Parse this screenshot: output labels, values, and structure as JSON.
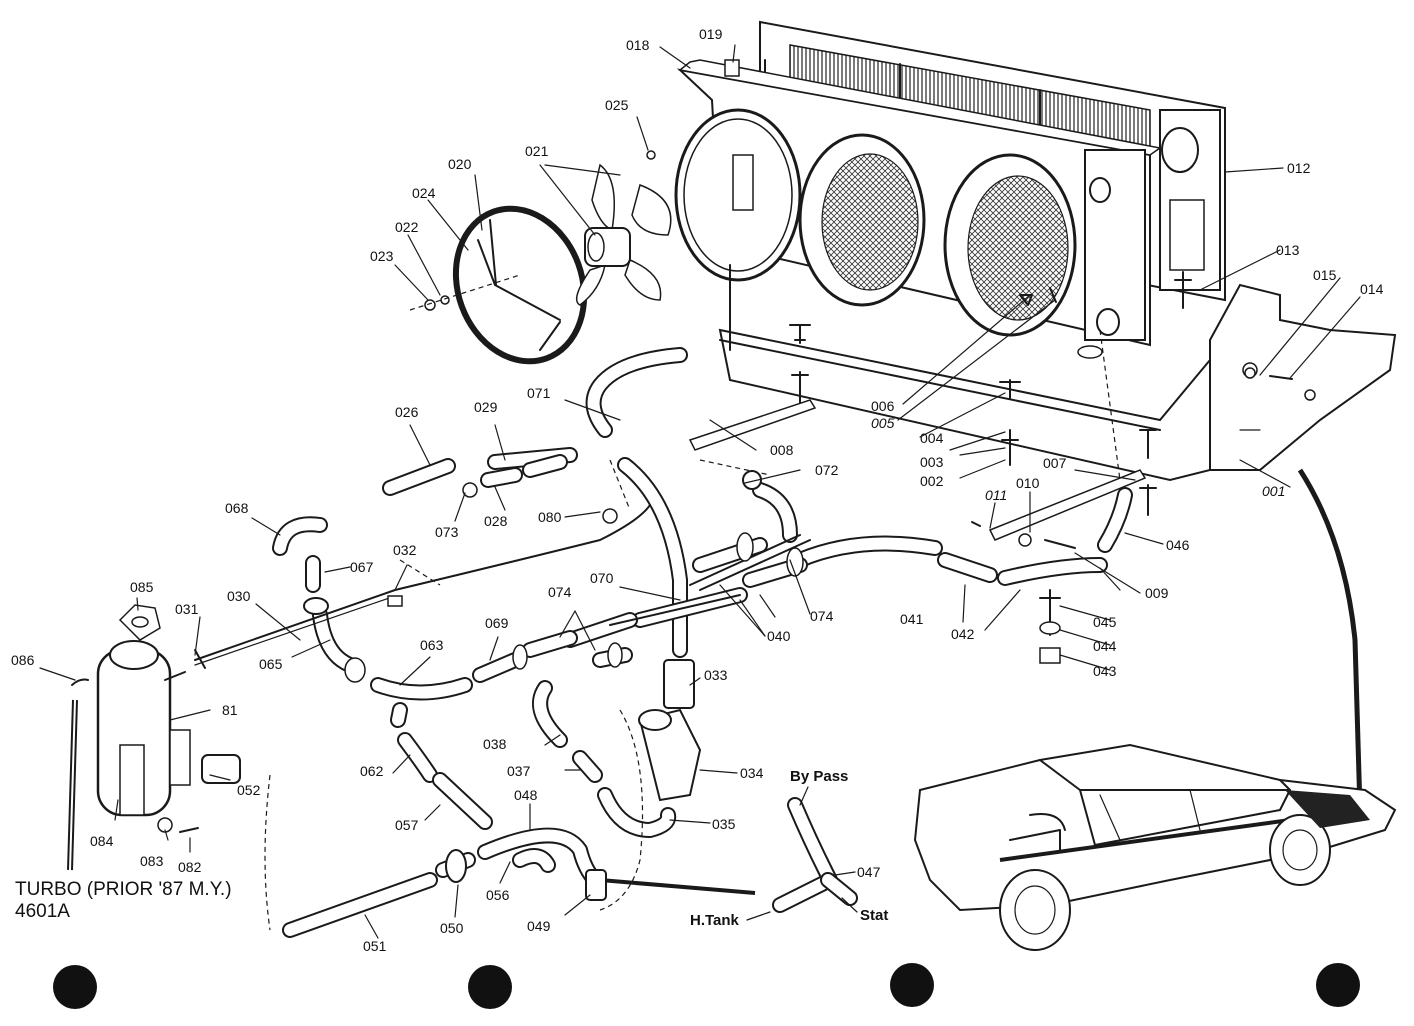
{
  "caption": {
    "line1": "TURBO (PRIOR '87 M.Y.)",
    "line2": "4601A"
  },
  "annotations": {
    "bypass": "By Pass",
    "htank": "H.Tank",
    "stat": "Stat"
  },
  "labels": {
    "p001": "001",
    "p002": "002",
    "p003": "003",
    "p004": "004",
    "p005": "005",
    "p006": "006",
    "p007": "007",
    "p008": "008",
    "p009": "009",
    "p010": "010",
    "p011": "011",
    "p012": "012",
    "p013": "013",
    "p014": "014",
    "p015": "015",
    "p018": "018",
    "p019": "019",
    "p020": "020",
    "p021": "021",
    "p022": "022",
    "p023": "023",
    "p024": "024",
    "p025": "025",
    "p026": "026",
    "p028": "028",
    "p029": "029",
    "p030": "030",
    "p031": "031",
    "p032": "032",
    "p033": "033",
    "p034": "034",
    "p035": "035",
    "p037": "037",
    "p038": "038",
    "p040": "040",
    "p041": "041",
    "p042": "042",
    "p043": "043",
    "p044": "044",
    "p045": "045",
    "p046": "046",
    "p047": "047",
    "p048": "048",
    "p049": "049",
    "p050": "050",
    "p051": "051",
    "p052": "052",
    "p056": "056",
    "p057": "057",
    "p062": "062",
    "p063": "063",
    "p065": "065",
    "p067": "067",
    "p068": "068",
    "p069": "069",
    "p070": "070",
    "p071": "071",
    "p072": "072",
    "p073": "073",
    "p074a": "074",
    "p074b": "074",
    "p080": "080",
    "p081": "81",
    "p082": "082",
    "p083": "083",
    "p084": "084",
    "p085": "085",
    "p086": "086"
  }
}
